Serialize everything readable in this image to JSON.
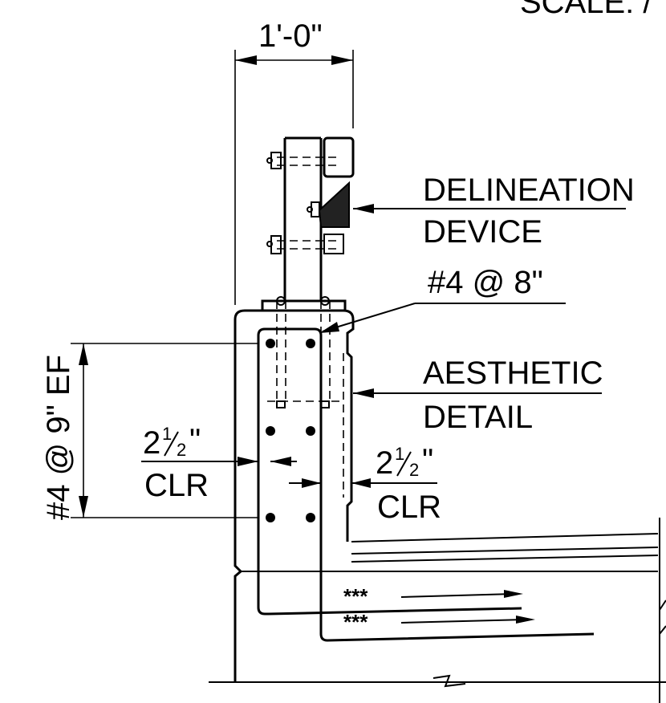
{
  "scale_label": "SCALE: /",
  "dimension_width": "1'-0\"",
  "callouts": {
    "delineation_line1": "DELINEATION",
    "delineation_line2": "DEVICE",
    "rebar_top": "#4 @ 8\"",
    "aesthetic_line1": "AESTHETIC",
    "aesthetic_line2": "DETAIL",
    "rebar_vertical": "#4 @ 9\" EF",
    "clear_left_whole": "2",
    "clear_left_frac_num": "1",
    "clear_left_frac_den": "2",
    "clear_left_inch": "\"",
    "clear_left_label": "CLR",
    "clear_right_whole": "2",
    "clear_right_frac_num": "1",
    "clear_right_frac_den": "2",
    "clear_right_inch": "\"",
    "clear_right_label": "CLR",
    "extension_mark_1": "***",
    "extension_mark_2": "***"
  }
}
